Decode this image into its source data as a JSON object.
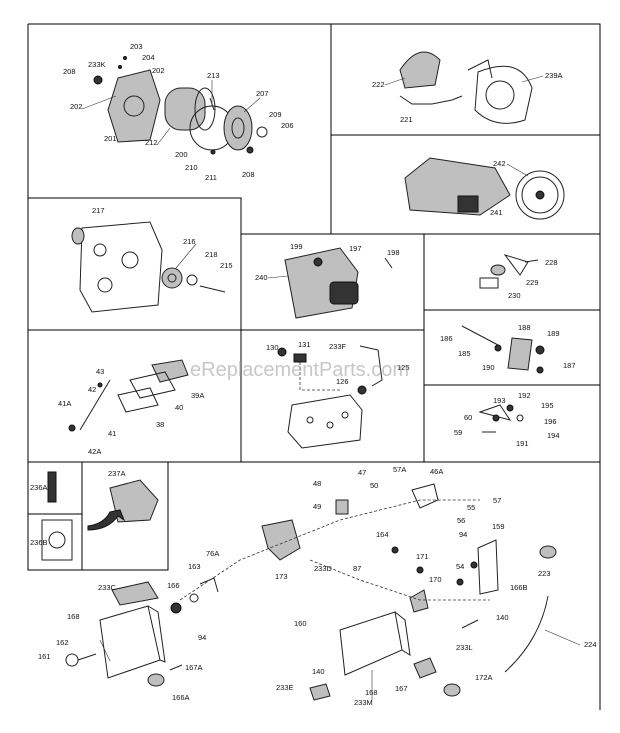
{
  "watermark": "eReplacementParts.com",
  "labels": {
    "p203": "203",
    "p204": "204",
    "p233K": "233K",
    "p208a": "208",
    "p202a": "202",
    "p202b": "202",
    "p201": "201",
    "p212": "212",
    "p213": "213",
    "p207": "207",
    "p209": "209",
    "p206": "206",
    "p200": "200",
    "p210": "210",
    "p211": "211",
    "p208b": "208",
    "p222": "222",
    "p239A": "239A",
    "p221": "221",
    "p242": "242",
    "p241": "241",
    "p217": "217",
    "p216": "216",
    "p218": "218",
    "p215": "215",
    "p199": "199",
    "p197": "197",
    "p198": "198",
    "p240": "240",
    "p228": "228",
    "p229": "229",
    "p230": "230",
    "p186": "186",
    "p188": "188",
    "p189": "189",
    "p185": "185",
    "p190": "190",
    "p187": "187",
    "p43": "43",
    "p39A": "39A",
    "p41A": "41A",
    "p42": "42",
    "p40": "40",
    "p38": "38",
    "p41": "41",
    "p42A": "42A",
    "p130": "130",
    "p131": "131",
    "p233F": "233F",
    "p125": "125",
    "p126": "126",
    "p193": "193",
    "p192": "192",
    "p195": "195",
    "p60": "60",
    "p196": "196",
    "p59": "59",
    "p191": "191",
    "p194": "194",
    "p236A": "236A",
    "p237A": "237A",
    "p236B": "236B",
    "p48": "48",
    "p47": "47",
    "p50": "50",
    "p49": "49",
    "p57A": "57A",
    "p46A": "46A",
    "p57": "57",
    "p55": "55",
    "p56": "56",
    "p164": "164",
    "p94a": "94",
    "p159": "159",
    "p171": "171",
    "p87": "87",
    "p233D": "233D",
    "p173": "173",
    "p76A": "76A",
    "p163": "163",
    "p166": "166",
    "p233C": "233C",
    "p168a": "168",
    "p94b": "94",
    "p162": "162",
    "p161": "161",
    "p167A": "167A",
    "p166A": "166A",
    "p160": "160",
    "p170": "170",
    "p54": "54",
    "p166B": "166B",
    "p223": "223",
    "p140a": "140",
    "p224": "224",
    "p233L": "233L",
    "p140b": "140",
    "p233E": "233E",
    "p168b": "168",
    "p167": "167",
    "p172A": "172A",
    "p233M": "233M"
  }
}
